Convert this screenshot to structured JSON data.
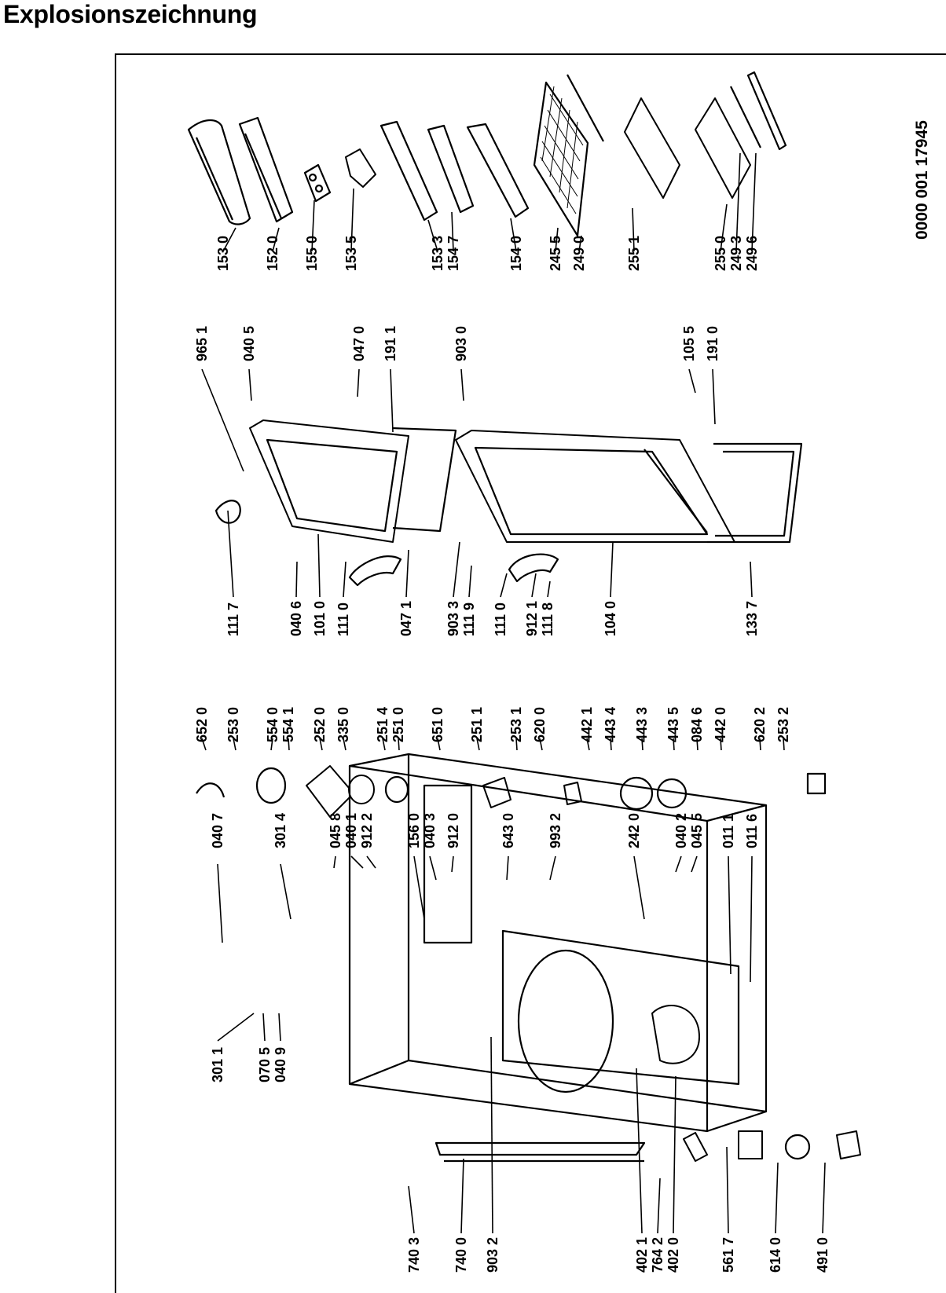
{
  "title": "Explosionszeichnung",
  "document_number": "0000 001 17945",
  "labels": [
    "301 1",
    "070 5",
    "040 9",
    "040 7",
    "301 4",
    "045 8",
    "040 1",
    "912 2",
    "156 0",
    "040 3",
    "912 0",
    "643 0",
    "993 2",
    "242 0",
    "040 2",
    "045 5",
    "011 1",
    "011 6",
    "740 3",
    "740 0",
    "903 2",
    "402 1",
    "764 2",
    "402 0",
    "561 7",
    "614 0",
    "491 0",
    "652 0",
    "253 0",
    "554 0",
    "554 1",
    "252 0",
    "335 0",
    "251 4",
    "251 0",
    "651 0",
    "251 1",
    "253 1",
    "620 0",
    "442 1",
    "443 4",
    "443 3",
    "443 5",
    "084 6",
    "442 0",
    "620 2",
    "253 2",
    "111 7",
    "040 6",
    "101 0",
    "111 0",
    "047 1",
    "903 3",
    "111 9",
    "111 0",
    "912 1",
    "111 8",
    "104 0",
    "133 7",
    "965 1",
    "040 5",
    "047 0",
    "191 1",
    "903 0",
    "105 5",
    "191 0",
    "153 0",
    "152 0",
    "155 0",
    "153 5",
    "153 3",
    "154 7",
    "154 0",
    "245 5",
    "249 0",
    "255 1",
    "255 0",
    "249 3",
    "249 6"
  ]
}
